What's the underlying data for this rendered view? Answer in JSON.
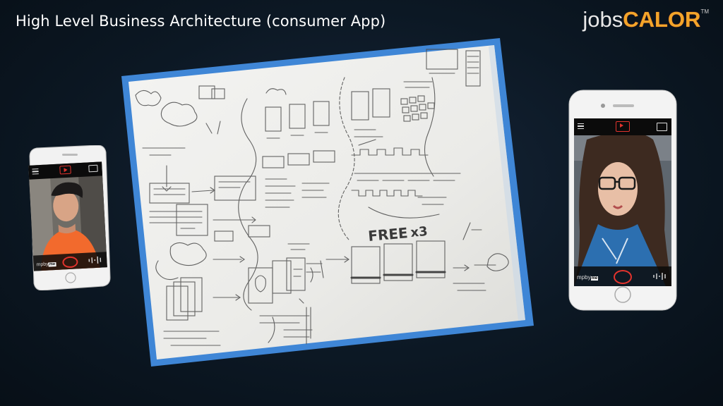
{
  "slide": {
    "title": "High Level Business Architecture (consumer App)"
  },
  "logo": {
    "jobs": "jobs",
    "calor": "CALOR",
    "tm": "TM"
  },
  "phones": {
    "left": {
      "brand_prefix": "mpby",
      "brand_badge": "me"
    },
    "right": {
      "brand_prefix": "mpby",
      "brand_badge": "me"
    }
  },
  "whiteboard": {
    "sketch_texts": [
      "FREE",
      "x3"
    ]
  },
  "colors": {
    "background": "#0c1824",
    "board_frame": "#3f86d6",
    "board_surface": "#eeeeea",
    "accent_red": "#e2332d",
    "logo_orange": "#f3a52a"
  }
}
